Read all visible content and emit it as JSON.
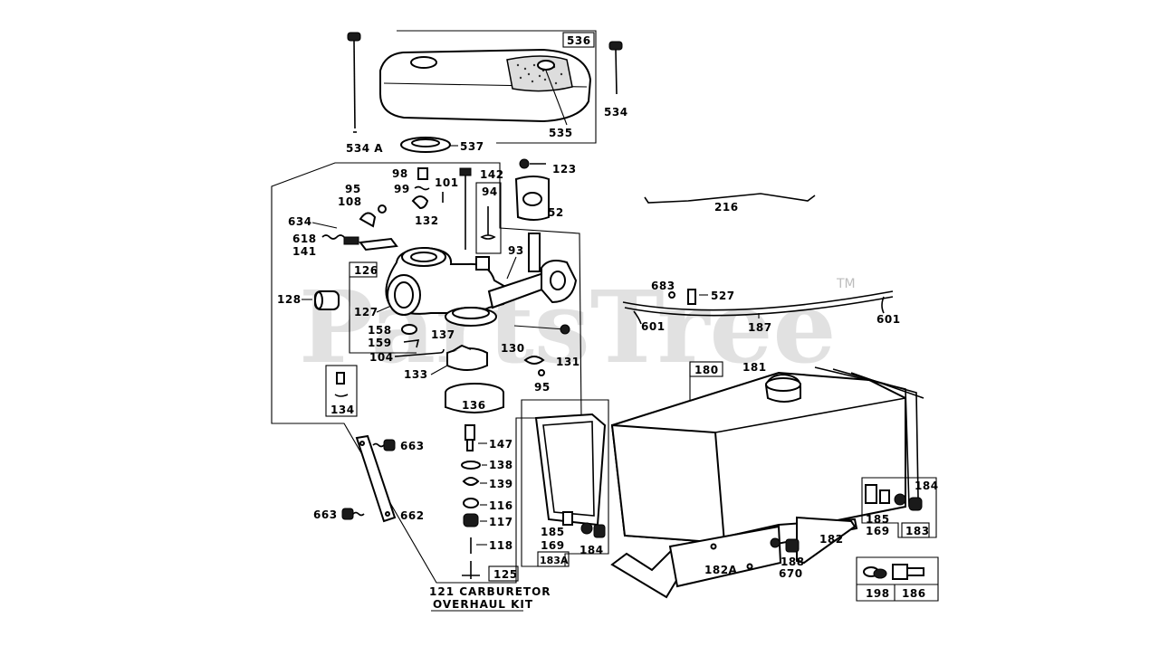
{
  "watermark": {
    "brand": "PartsTree",
    "tm": "TM"
  },
  "kit": {
    "line1": "121  CARBURETOR",
    "line2": "OVERHAUL KIT"
  },
  "labels": {
    "p536": "536",
    "p534": "534",
    "p534a": "534 A",
    "p535": "535",
    "p537": "537",
    "p98": "98",
    "p99": "99",
    "p101": "101",
    "p142": "142",
    "p132": "132",
    "p123": "123",
    "p94": "94",
    "p52": "52",
    "p95a": "95",
    "p108": "108",
    "p634": "634",
    "p618": "618",
    "p141": "141",
    "p93": "93",
    "p126": "126",
    "p128": "128",
    "p127": "127",
    "p158": "158",
    "p159": "159",
    "p137": "137",
    "p104": "104",
    "p133": "133",
    "p130": "130",
    "p131": "131",
    "p95b": "95",
    "p136": "136",
    "p134": "134",
    "p663a": "663",
    "p147": "147",
    "p138": "138",
    "p139": "139",
    "p116": "116",
    "p117": "117",
    "p118": "118",
    "p663b": "663",
    "p662": "662",
    "p125": "125",
    "p216": "216",
    "p683": "683",
    "p527": "527",
    "p601a": "601",
    "p187": "187",
    "p601b": "601",
    "p180": "180",
    "p181": "181",
    "p185a": "185",
    "p169a": "169",
    "p184a": "184",
    "p183a": "183A",
    "p182a": "182A",
    "p182": "182",
    "p188": "188",
    "p670": "670",
    "p184b": "184",
    "p185b": "185",
    "p169b": "169",
    "p183": "183",
    "p198": "198",
    "p186": "186"
  }
}
